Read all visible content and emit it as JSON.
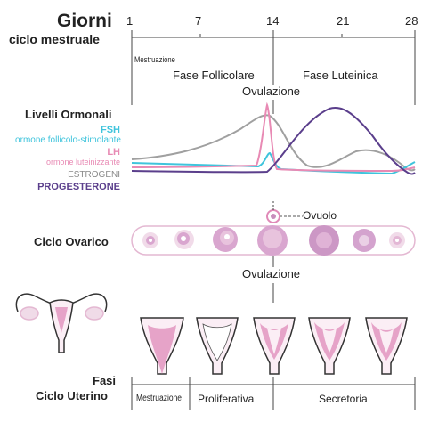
{
  "header": {
    "title": "Giorni",
    "subtitle": "ciclo mestruale",
    "day_ticks": [
      "1",
      "7",
      "14",
      "21",
      "28"
    ]
  },
  "phases": {
    "menstruation": "Mestruazione",
    "follicular": "Fase Follicolare",
    "luteal": "Fase Luteinica",
    "ovulation": "Ovulazione"
  },
  "hormones": {
    "section_title": "Livelli Ormonali",
    "fsh_abbr": "FSH",
    "fsh_name": "ormone follicolo-stimolante",
    "lh_abbr": "LH",
    "lh_name": "ormone luteinizzante",
    "estrogen": "ESTROGENI",
    "progesterone": "PROGESTERONE"
  },
  "ovarian": {
    "section_title": "Ciclo Ovarico",
    "ovum_label": "Ovuolo",
    "ovulation_label": "Ovulazione"
  },
  "uterine": {
    "section_title_line1": "Fasi",
    "section_title_line2": "Ciclo Uterino",
    "menstruation": "Mestruazione",
    "proliferative": "Proliferativa",
    "secretory": "Secretoria"
  },
  "colors": {
    "fsh": "#3fc4dc",
    "lh": "#e88ab4",
    "estrogen": "#9a9a9a",
    "progesterone": "#5b3f8c",
    "follicle_fill": "#d9a6cf",
    "endometrium": "#e6a3c8"
  }
}
